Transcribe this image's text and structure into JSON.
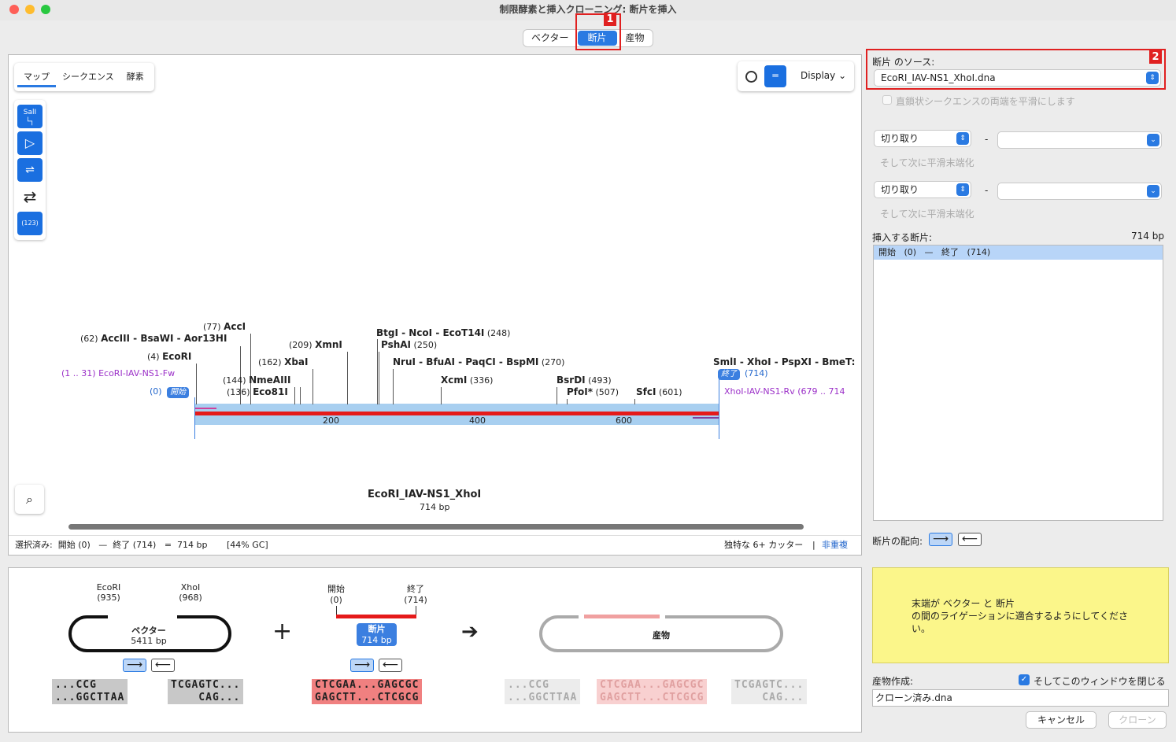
{
  "window": {
    "title": "制限酵素と挿入クローニング: 断片を挿入"
  },
  "mode_tabs": [
    "ベクター",
    "断片",
    "産物"
  ],
  "annotations": [
    "1",
    "2"
  ],
  "map_tabs": [
    "マップ",
    "シークエンス",
    "酵素"
  ],
  "display_label": "Display",
  "side_tools": {
    "sali": "SalI",
    "numbers": "(123)"
  },
  "map": {
    "name": "EcoRI_IAV-NS1_XhoI",
    "length": "714 bp",
    "ticks": [
      "200",
      "400",
      "600"
    ],
    "start_label": "開始",
    "start_pos": "(0)",
    "end_label": "終了",
    "end_pos": "(714)",
    "primer_fw_range": "(1 .. 31)",
    "primer_fw": "EcoRI-IAV-NS1-Fw",
    "primer_rv": "XhoI-IAV-NS1-Rv",
    "primer_rv_range": "(679 .. 714",
    "sites": [
      {
        "pos": "(77)",
        "name": "AccI"
      },
      {
        "pos": "(62)",
        "name": "AccIII - BsaWI - Aor13HI"
      },
      {
        "pos": "(4)",
        "name": "EcoRI"
      },
      {
        "pos": "(209)",
        "name": "XmnI"
      },
      {
        "pos": "(162)",
        "name": "XbaI"
      },
      {
        "pos": "(144)",
        "name": "NmeAIII"
      },
      {
        "pos": "(136)",
        "name": "Eco81I"
      },
      {
        "pos": "(248)",
        "name": "BtgI - NcoI - EcoT14I"
      },
      {
        "pos": "(250)",
        "name": "PshAI"
      },
      {
        "pos": "(270)",
        "name": "NruI - BfuAI - PaqCI - BspMI"
      },
      {
        "pos": "(336)",
        "name": "XcmI"
      },
      {
        "pos": "(493)",
        "name": "BsrDI"
      },
      {
        "pos": "(507)",
        "name": "PfoI*"
      },
      {
        "pos": "(601)",
        "name": "SfcI"
      },
      {
        "pos": "",
        "name": "SmlI - XhoI - PspXI - BmeT:"
      }
    ]
  },
  "status": {
    "selection": "選択済み:  開始 (0)   —  終了 (714)   =  714 bp       [44% GC]",
    "cutters": "独特な 6+ カッター",
    "separator": "|",
    "nonredundant": "非重複"
  },
  "right_panel": {
    "source_label": "断片 のソース:",
    "source_value": "EcoRI_IAV-NS1_XhoI.dna",
    "blunt_both": "直鎖状シークエンスの両端を平滑にします",
    "cut1": "切り取り",
    "dash1": "-",
    "blunt_then1": "そして次に平滑末端化",
    "cut2": "切り取り",
    "dash2": "-",
    "blunt_then2": "そして次に平滑末端化",
    "insert_label": "挿入する断片:",
    "insert_size": "714 bp",
    "insert_row": "開始   (0)   —   終了   (714)",
    "orientation_label": "断片の配向:",
    "message": "末端が ベクター と 断片\nの間のライゲーションに適合するようにしてくださ\nい。",
    "product_label": "産物作成:",
    "close_label": "そしてこのウィンドウを閉じる",
    "filename": "クローン済み.dna",
    "cancel": "キャンセル",
    "clone": "クローン"
  },
  "diagram": {
    "vector_left_site": "EcoRI",
    "vector_left_pos": "(935)",
    "vector_right_site": "XhoI",
    "vector_right_pos": "(968)",
    "vector_name": "ベクター",
    "vector_size": "5411 bp",
    "plus": "+",
    "frag_start": "開始",
    "frag_start_pos": "(0)",
    "frag_end": "終了",
    "frag_end_pos": "(714)",
    "frag_name": "断片",
    "frag_size": "714 bp",
    "arrow": "➔",
    "product_name": "産物",
    "seq_v1": "...CCG\n...GGCTTAA",
    "seq_v2": "TCGAGTC...\n    CAG...",
    "seq_f": "CTCGAA...GAGCGC\nGAGCTT...CTCGCG",
    "seq_p1": "...CCG\n...GGCTTAA",
    "seq_p2": "CTCGAA...GAGCGC\nGAGCTT...CTCGCG",
    "seq_p3": "TCGAGTC...\n    CAG..."
  }
}
